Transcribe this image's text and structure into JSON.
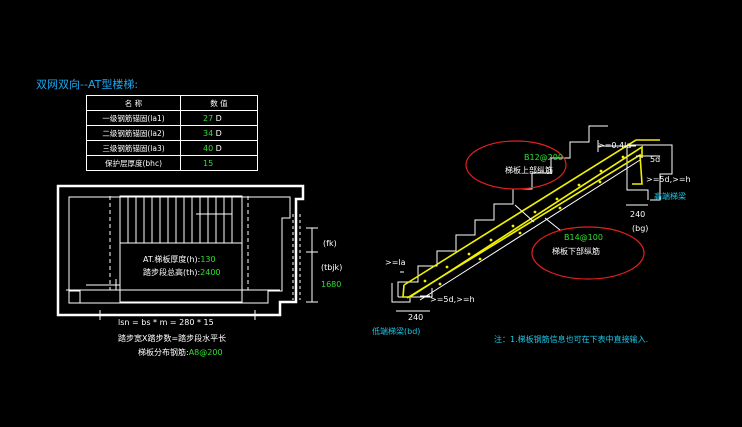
{
  "title": "双网双向--AT型楼梯:",
  "params": {
    "header": {
      "name": "名  称",
      "value": "数  值"
    },
    "rows": [
      {
        "name": "一级钢筋锚固(la1)",
        "value": "27",
        "unit": "D"
      },
      {
        "name": "二级钢筋锚固(la2)",
        "value": "34",
        "unit": "D"
      },
      {
        "name": "三级钢筋锚固(la3)",
        "value": "40",
        "unit": "D"
      },
      {
        "name": "保护层厚度(bhc)",
        "value": "15",
        "unit": ""
      }
    ]
  },
  "plan": {
    "thick_label": "AT.梯板厚度(h):",
    "thick_value": "130",
    "height_label": "踏步段总高(th):",
    "height_value": "2400",
    "fk": "(fk)",
    "tbjk": "(tbjk)",
    "width_value": "1680",
    "formula_prefix": "lsn = bs * m =",
    "formula_value": "280 * 15",
    "caption1": "踏步宽X踏步数=踏步段水平长",
    "caption2_label": "梯板分布钢筋:",
    "caption2_value": "A8@200"
  },
  "section": {
    "top_rebar_spec": "B12@200",
    "top_rebar_label": "梯板上部纵筋",
    "bot_rebar_spec": "B14@100",
    "bot_rebar_label": "梯板下部纵筋",
    "high_beam": "高端梯梁",
    "low_beam": "低端梯梁(bd)",
    "dim_240_right": "240",
    "bg": "(bg)",
    "dim_240_left": "240",
    "anchor_top": ">=0.4la",
    "anchor_left": ">=la",
    "anchor_5d_right": ">=5d,>=h",
    "anchor_5d_left": ">=5d,>=h",
    "dim_5d_top": "5d"
  },
  "note": "注：1.梯板钢筋信息也可在下表中直接输入.",
  "colors": {
    "accent_blue": "#18a8f0",
    "value_green": "#30e030",
    "rebar_yellow": "#f0f000",
    "oval_red": "#e02020"
  }
}
